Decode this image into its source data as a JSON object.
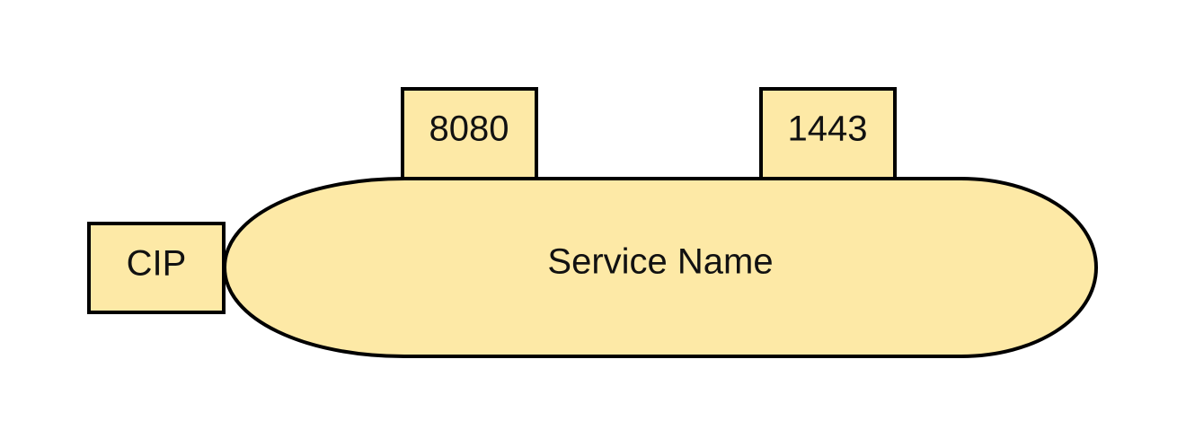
{
  "diagram": {
    "service": {
      "label": "Service Name"
    },
    "ports": [
      {
        "label": "8080"
      },
      {
        "label": "1443"
      }
    ],
    "cluster_ip": {
      "label": "CIP"
    }
  },
  "colors": {
    "fill": "#fde9a6",
    "stroke": "#000000",
    "text": "#111111"
  }
}
